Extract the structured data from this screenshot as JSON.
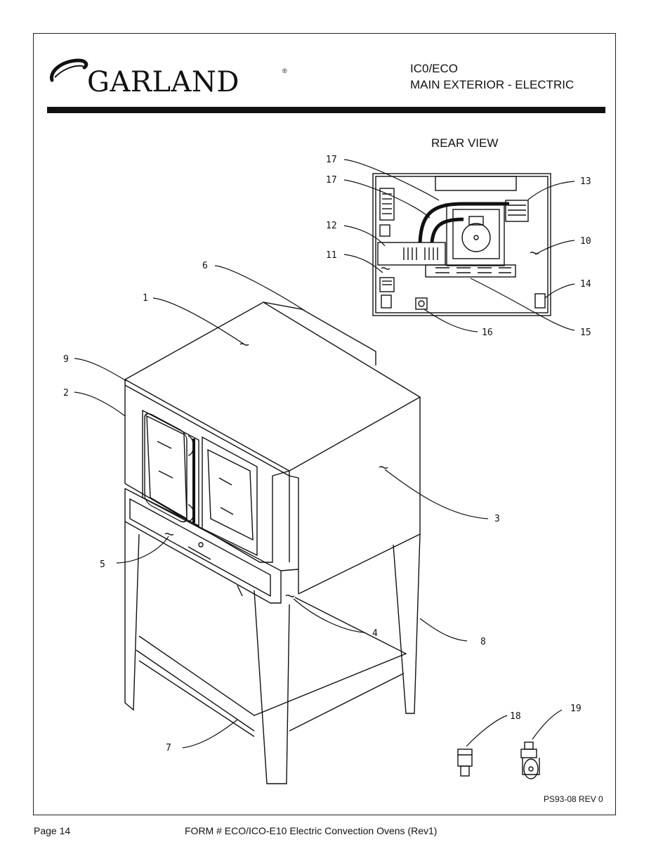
{
  "brand": {
    "name": "GARLAND",
    "registered": "®"
  },
  "header": {
    "model": "IC0/ECO",
    "subtitle": "MAIN EXTERIOR - ELECTRIC"
  },
  "rear_view_label": "REAR VIEW",
  "callouts": {
    "c1": "1",
    "c2": "2",
    "c3": "3",
    "c4": "4",
    "c5": "5",
    "c6": "6",
    "c7": "7",
    "c8": "8",
    "c9": "9",
    "c10": "10",
    "c11": "11",
    "c12": "12",
    "c13": "13",
    "c14": "14",
    "c15": "15",
    "c16": "16",
    "c17a": "17",
    "c17b": "17",
    "c18": "18",
    "c19": "19"
  },
  "revision": "PS93-08 REV 0",
  "footer": {
    "page": "Page 14",
    "form": "FORM # ECO/ICO-E10 Electric Convection Ovens (Rev1)"
  }
}
